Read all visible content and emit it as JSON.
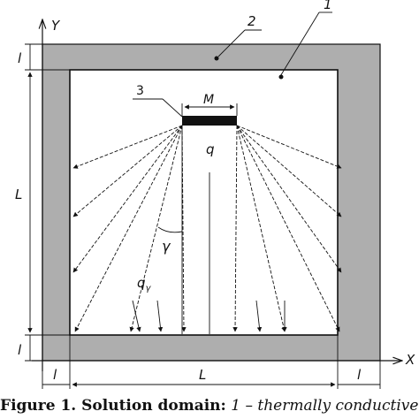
{
  "figure": {
    "axes": {
      "y": "Y",
      "x": "X"
    },
    "dims": {
      "L_vertical": "L",
      "L_horizontal": "L",
      "l_top": "l",
      "l_bottom": "l",
      "l_left": "l",
      "l_right": "l"
    },
    "callouts": {
      "one": "1",
      "two": "2",
      "three": "3"
    },
    "source_label": "M",
    "flux_q": "q",
    "angle_gamma": "γ",
    "flux_q_gamma": "q",
    "flux_q_gamma_sub": "γ",
    "colors": {
      "wall_fill": "#aeaeae",
      "line": "#111111",
      "source": "#111111"
    }
  },
  "caption": {
    "bold": "Figure 1. Solution domain:",
    "rest": "1 – thermally conductive"
  }
}
